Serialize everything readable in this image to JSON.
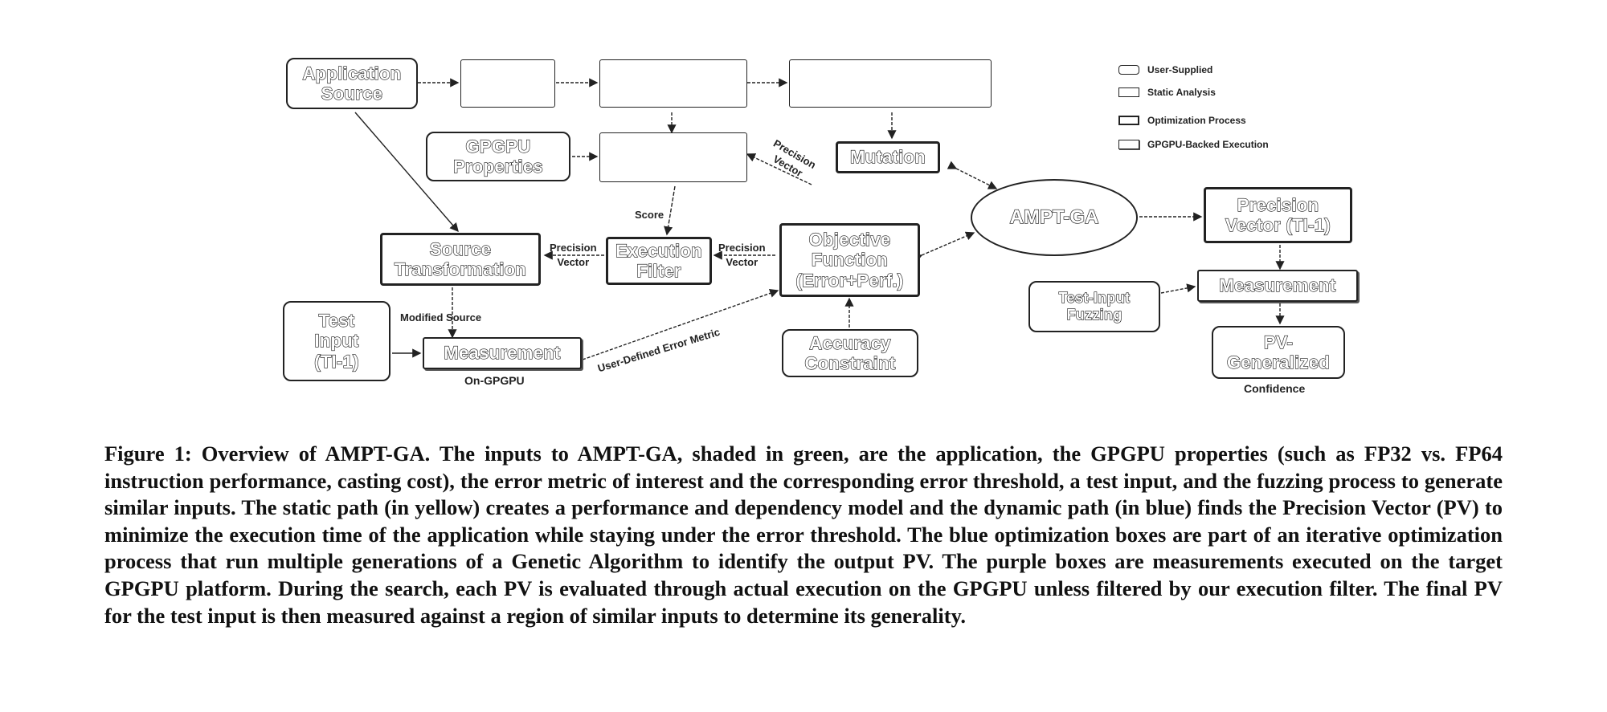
{
  "diagram": {
    "legend": [
      {
        "label": "User-Supplied"
      },
      {
        "label": "Static Analysis"
      },
      {
        "label": "Optimization Process"
      },
      {
        "label": "GPGPU-Backed Execution"
      }
    ],
    "boxes": {
      "application_source": [
        "Application",
        "Source"
      ],
      "gpgpu_properties": [
        "GPGPU",
        "Properties"
      ],
      "mutation": [
        "Mutation"
      ],
      "source_transformation": [
        "Source",
        "Transformation"
      ],
      "execution_filter": [
        "Execution",
        "Filter"
      ],
      "objective_function": [
        "Objective",
        "Function",
        "(Error+Perf.)"
      ],
      "ampt_ga": "AMPT-GA",
      "precision_vector": [
        "Precision",
        "Vector (TI-1)"
      ],
      "test_input": [
        "Test",
        "Input",
        "(TI-1)"
      ],
      "measurement_left": [
        "Measurement"
      ],
      "accuracy_constraint": [
        "Accuracy",
        "Constraint"
      ],
      "test_input_fuzzing": [
        "Test-Input",
        "Fuzzing"
      ],
      "measurement_right": [
        "Measurement"
      ],
      "pv_generalized": [
        "PV-",
        "Generalized"
      ]
    },
    "labels": {
      "score": "Score",
      "precision_vector_left": [
        "Precision",
        "Vector"
      ],
      "precision_vector_mid": [
        "Precision",
        "Vector"
      ],
      "precision_vector_diag": [
        "Precision",
        "Vector"
      ],
      "modified_source": "Modified Source",
      "user_defined_error_metric": "User-Defined Error Metric",
      "on_gpgpu": "On-GPGPU",
      "confidence": "Confidence"
    }
  },
  "caption": "Figure 1: Overview of AMPT-GA. The inputs to AMPT-GA, shaded in green, are the application, the GPGPU properties (such as FP32 vs. FP64 instruction performance, casting cost), the error metric of interest and the corresponding error threshold, a test input, and the fuzzing process to generate similar inputs. The static path (in yellow) creates a performance and dependency model and the dynamic path (in blue) finds the Precision Vector (PV) to minimize the execution time of the application while staying under the error threshold. The blue optimization boxes are part of an iterative optimization process that run multiple generations of a Genetic Algorithm to identify the output PV. The purple boxes are measurements executed on the target GPGPU platform. During the search, each PV is evaluated through actual execution on the GPGPU unless filtered by our execution filter. The final PV for the test input is then measured against a region of similar inputs to determine its generality."
}
